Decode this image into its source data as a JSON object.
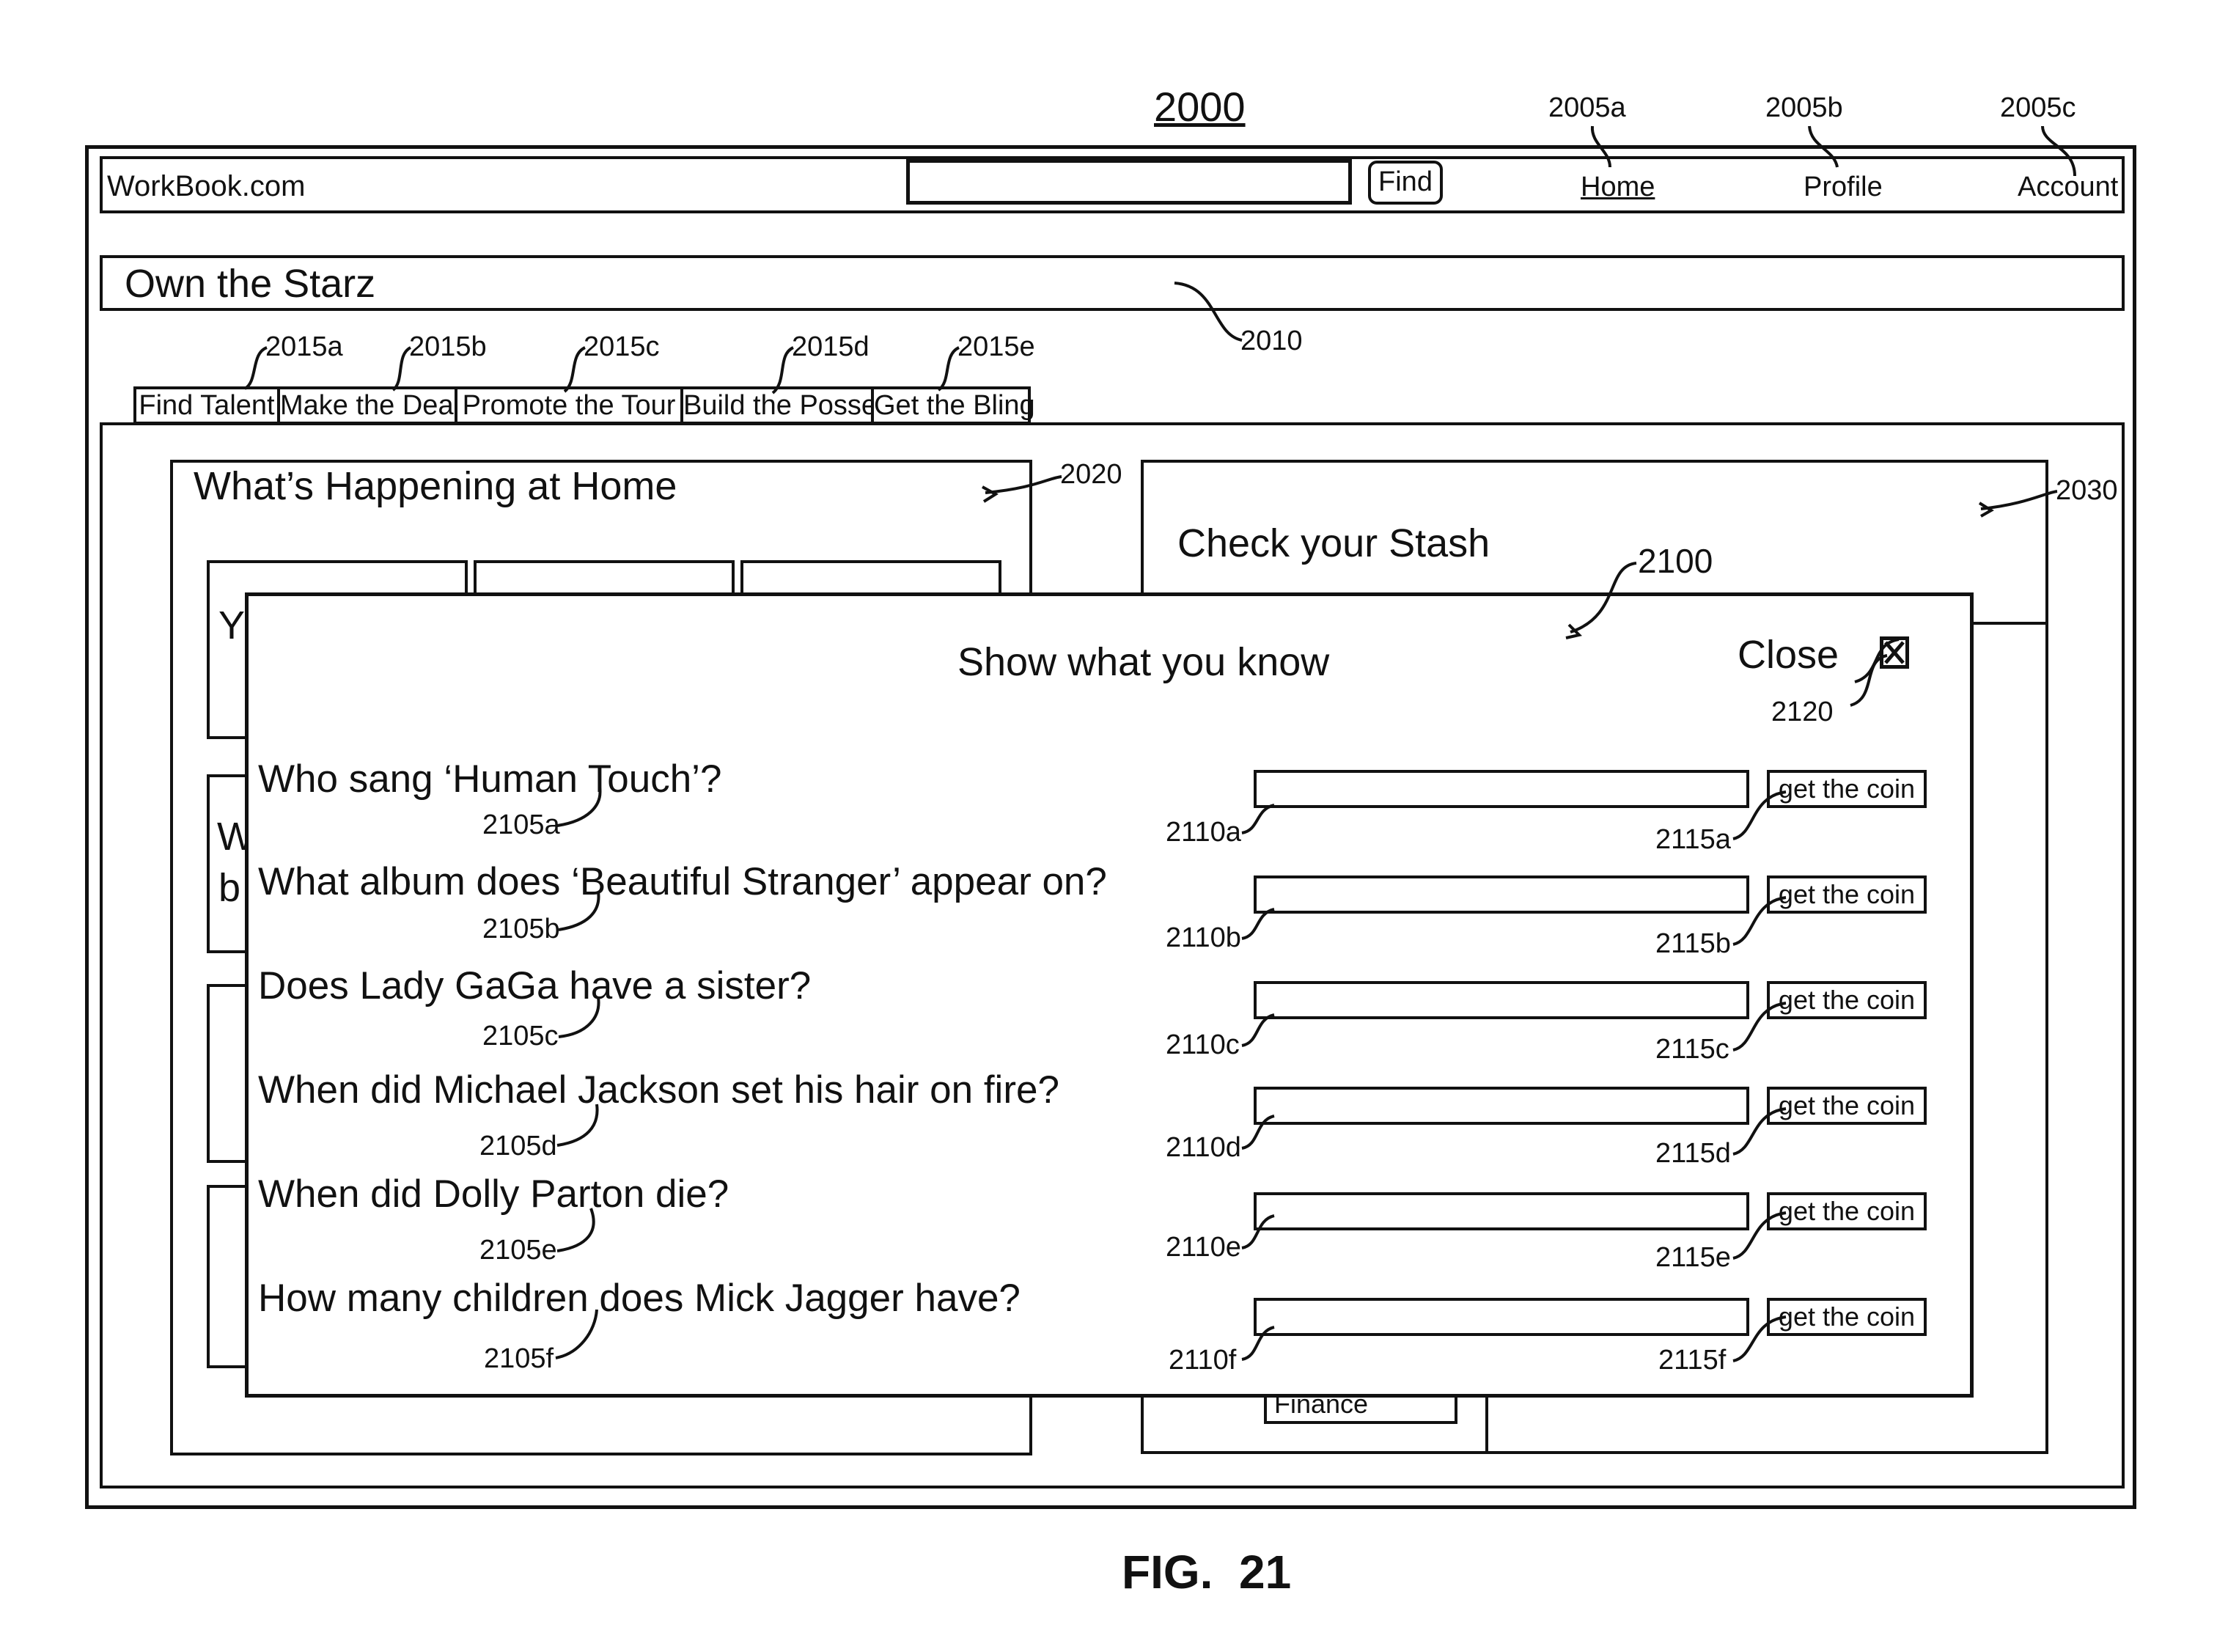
{
  "figure_number": "2000",
  "caption": "FIG.  21",
  "header": {
    "site_name": "WorkBook.com",
    "search_value": "",
    "find_label": "Find",
    "nav": [
      {
        "label": "Home",
        "ref": "2005a"
      },
      {
        "label": "Profile",
        "ref": "2005b"
      },
      {
        "label": "Account",
        "ref": "2005c"
      }
    ]
  },
  "banner": {
    "title": "Own the Starz",
    "ref": "2010"
  },
  "tabs": [
    {
      "label": "Find Talent",
      "ref": "2015a"
    },
    {
      "label": "Make the Deal",
      "ref": "2015b"
    },
    {
      "label": "Promote the Tour",
      "ref": "2015c"
    },
    {
      "label": "Build the Posse",
      "ref": "2015d"
    },
    {
      "label": "Get the Bling",
      "ref": "2015e"
    }
  ],
  "home_panel": {
    "title": "What’s Happening at Home",
    "ref": "2020",
    "partial_y": "Y",
    "partial_w": "W",
    "partial_b": "b"
  },
  "stash_panel": {
    "title": "Check your Stash",
    "ref": "2030",
    "finance_label": "Finance"
  },
  "quiz": {
    "title": "Show what you know",
    "ref": "2100",
    "close_label": "Close",
    "close_ref": "2120",
    "questions": [
      {
        "text": "Who sang ‘Human Touch’?",
        "ref": "2105a",
        "answer_ref": "2110a",
        "button_label": "get the coin",
        "button_ref": "2115a"
      },
      {
        "text": "What album does ‘Beautiful Stranger’ appear on?",
        "ref": "2105b",
        "answer_ref": "2110b",
        "button_label": "get the coin",
        "button_ref": "2115b"
      },
      {
        "text": "Does Lady GaGa have a sister?",
        "ref": "2105c",
        "answer_ref": "2110c",
        "button_label": "get the coin",
        "button_ref": "2115c"
      },
      {
        "text": "When did Michael Jackson set his hair on fire?",
        "ref": "2105d",
        "answer_ref": "2110d",
        "button_label": "get the coin",
        "button_ref": "2115d"
      },
      {
        "text": "When did Dolly Parton die?",
        "ref": "2105e",
        "answer_ref": "2110e",
        "button_label": "get the coin",
        "button_ref": "2115e"
      },
      {
        "text": "How many children does Mick Jagger have?",
        "ref": "2105f",
        "answer_ref": "2110f",
        "button_label": "get the coin",
        "button_ref": "2115f"
      }
    ]
  }
}
